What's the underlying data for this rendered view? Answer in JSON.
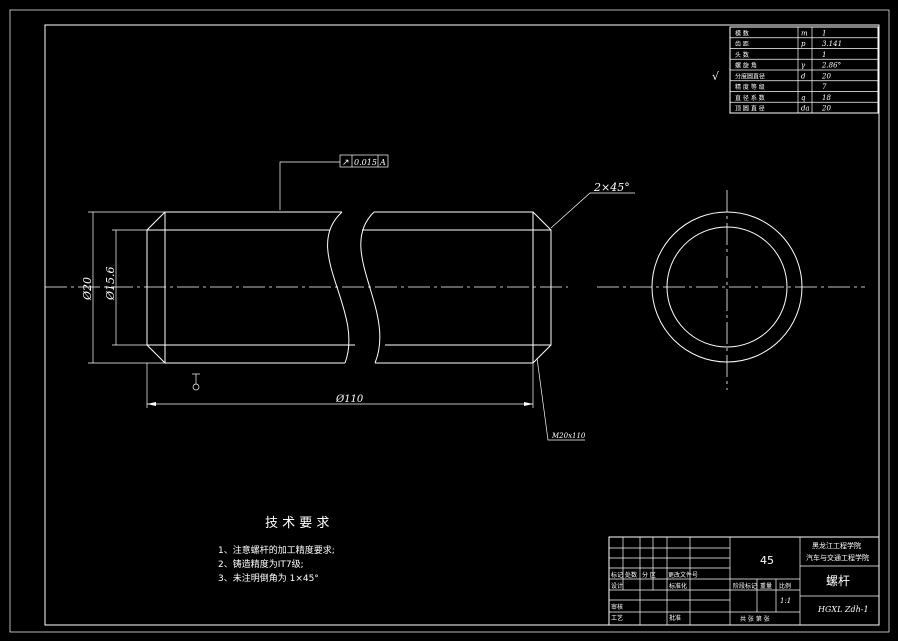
{
  "parameter_table": {
    "rows": [
      {
        "name": "模 数",
        "symbol": "m",
        "value": "1"
      },
      {
        "name": "齿 距",
        "symbol": "p",
        "value": "3.141"
      },
      {
        "name": "头 数",
        "symbol": "",
        "value": "1"
      },
      {
        "name": "螺 旋 角",
        "symbol": "γ",
        "value": "2.86°"
      },
      {
        "name": "分度圆直径",
        "symbol": "d",
        "value": "20"
      },
      {
        "name": "精 度 等 级",
        "symbol": "",
        "value": "7"
      },
      {
        "name": "直 径 系 数",
        "symbol": "q",
        "value": "18"
      },
      {
        "name": "顶 圆 直 径",
        "symbol": "da",
        "value": "20"
      }
    ]
  },
  "roughness_general": "√",
  "geometric_tolerance": {
    "symbol": "↗",
    "value": "0.015",
    "datum": "A"
  },
  "dimensions": {
    "chamfer": "2×45°",
    "outer_diameter": "Ø20",
    "inner_diameter": "Ø15.6",
    "length": "Ø110",
    "thread_note": "M20x110"
  },
  "tech_requirements": {
    "title": "技 术 要 求",
    "items": [
      "1、注意螺杆的加工精度要求;",
      "2、铸造精度为IT7级;",
      "3、未注明倒角为 1×45°"
    ]
  },
  "title_block": {
    "material": "45",
    "school_line1": "黑龙江工程学院",
    "school_line2": "汽车与交通工程学院",
    "part_name": "螺杆",
    "drawing_no": "HGXL Zdh-1",
    "scale": "1:1",
    "labels": {
      "mark": "标记",
      "count": "处数",
      "zone": "分 区",
      "doc_no": "更改文件号",
      "designer": "设计",
      "standardize": "标准化",
      "stage_mark": "阶段标记",
      "weight": "重量",
      "ratio": "比例",
      "review": "审核",
      "process": "工艺",
      "approve": "批准",
      "sheets": "共 张 第 张"
    }
  }
}
